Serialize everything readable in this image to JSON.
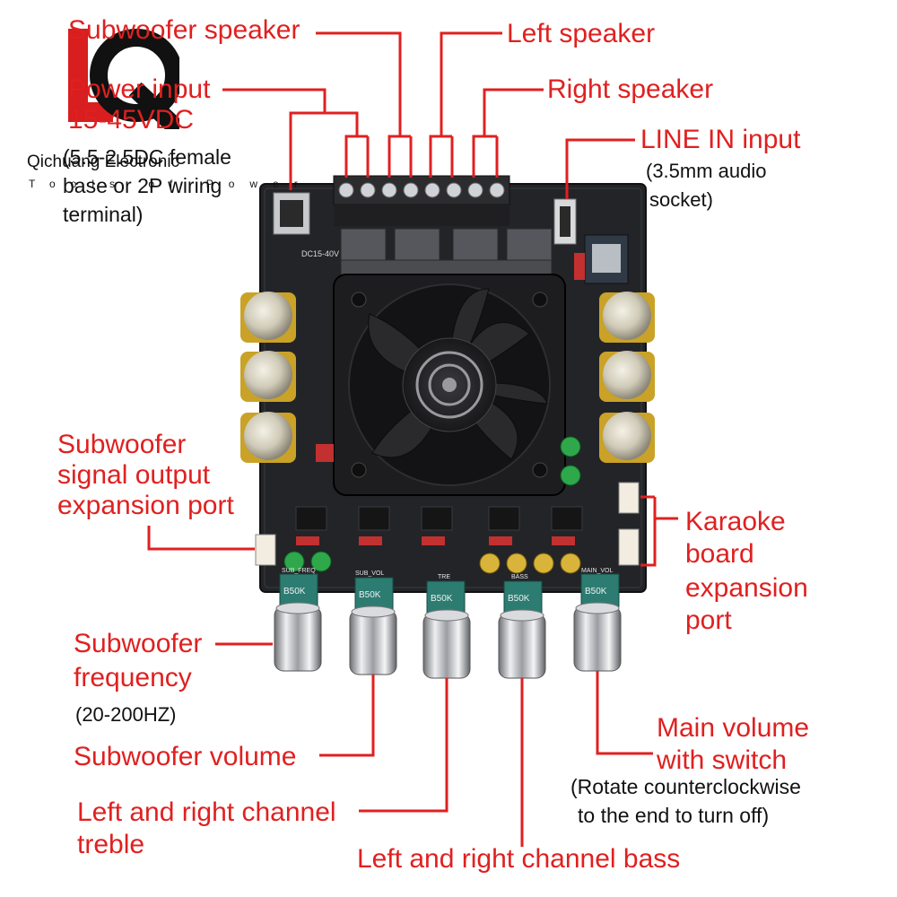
{
  "brand": {
    "logo_letters": "LQ",
    "name": "Qichuang Electronic",
    "tagline": "Tools of Power"
  },
  "labels": {
    "subwoofer_speaker": "Subwoofer speaker",
    "left_speaker": "Left speaker",
    "right_speaker": "Right speaker",
    "power_input": {
      "line1": "Power input",
      "line2": "15-45VDC",
      "note1": "(5.5-2.5DC female",
      "note2": "base or 2P wiring",
      "note3": "terminal)"
    },
    "line_in": {
      "title": "LINE IN input",
      "note1": "(3.5mm audio",
      "note2": "socket)"
    },
    "sub_signal_out": {
      "line1": "Subwoofer",
      "line2": "signal output",
      "line3": "expansion port"
    },
    "karaoke": {
      "line1": "Karaoke",
      "line2": "board",
      "line3": "expansion",
      "line4": "port"
    },
    "sub_frequency": {
      "line1": "Subwoofer",
      "line2": "frequency",
      "note": "(20-200HZ)"
    },
    "sub_volume": "Subwoofer volume",
    "treble": {
      "line1": "Left and right channel",
      "line2": "treble"
    },
    "bass": "Left and right channel bass",
    "main_volume": {
      "line1": "Main volume",
      "line2": "with switch",
      "note1": "(Rotate counterclockwise",
      "note2": "to the end to turn off)"
    }
  },
  "board": {
    "power_marking": "DC15-40V",
    "pot_markings": [
      "B50K",
      "B50K",
      "B50K",
      "B50K",
      "B50K"
    ],
    "knob_labels": [
      "SUB_FREQ",
      "SUB_VOL",
      "TRE",
      "BASS",
      "MAIN_VOL"
    ]
  },
  "colors": {
    "label": "#e02020",
    "leader": "#e02020",
    "board": "#222326",
    "fan": "#1a1a1c",
    "capacitor_gold": "#c9a227"
  }
}
